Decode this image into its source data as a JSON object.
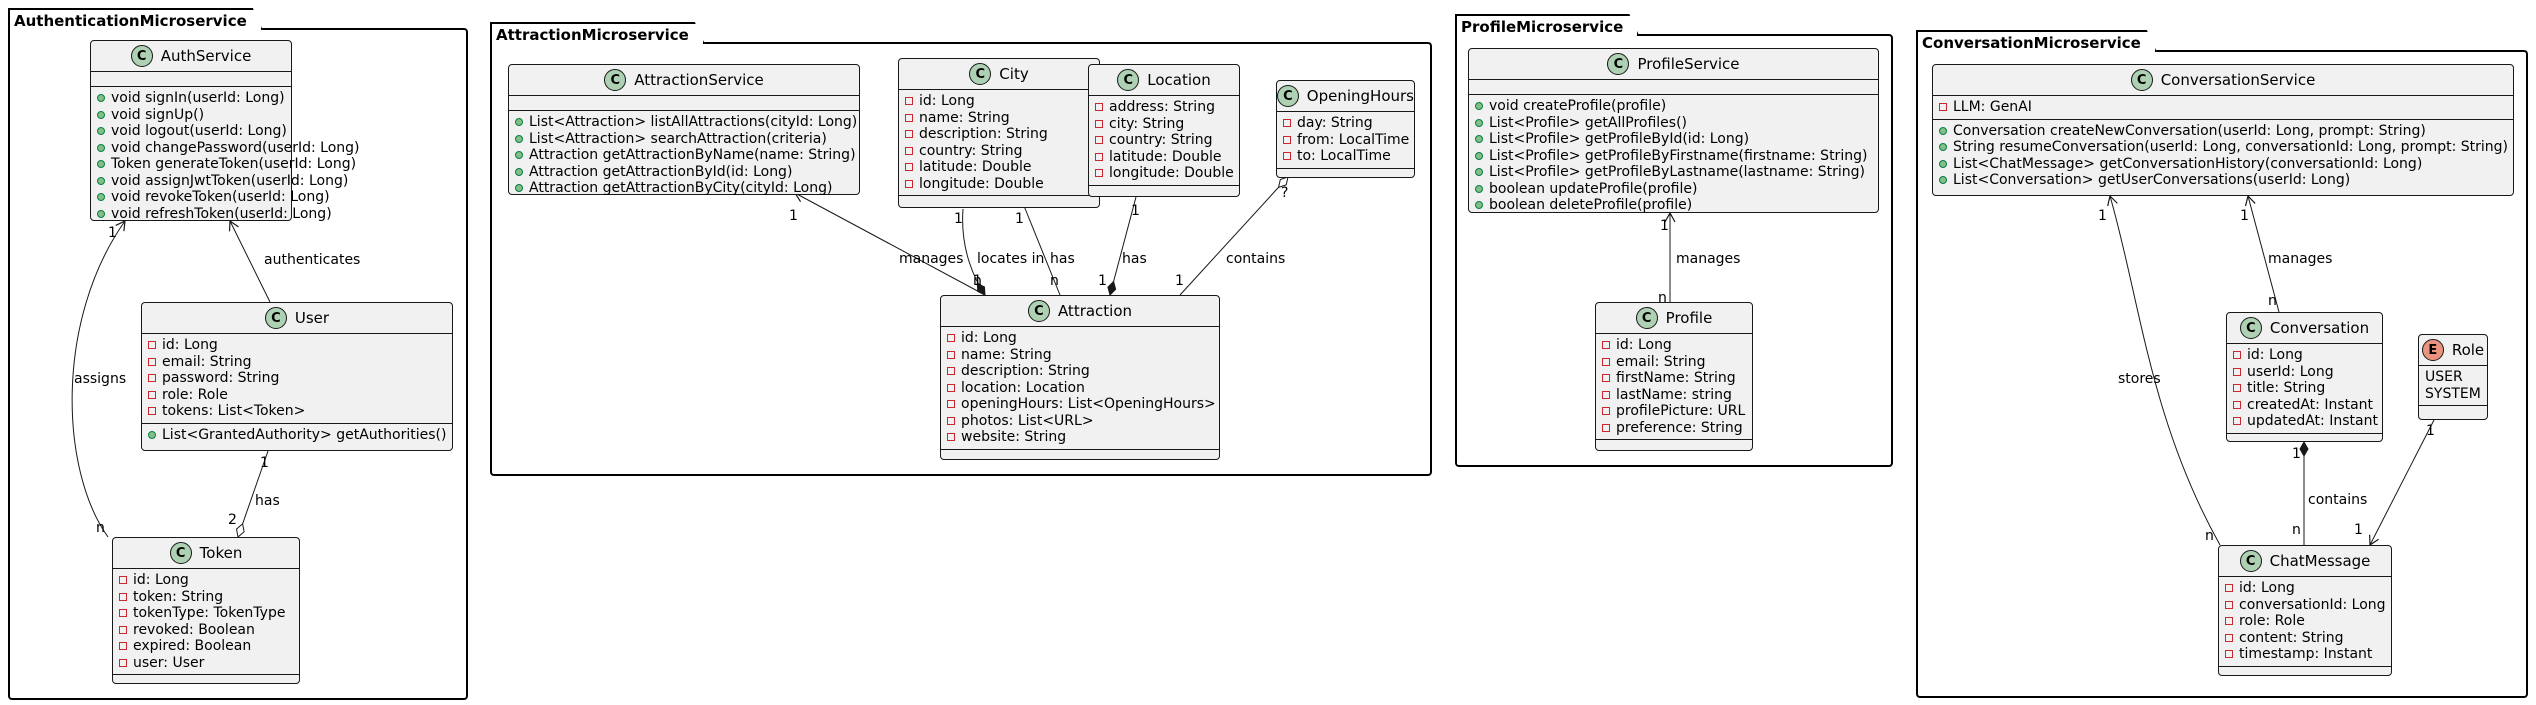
{
  "packages": {
    "auth": "AuthenticationMicroservice",
    "attraction": "AttractionMicroservice",
    "profile": "ProfileMicroservice",
    "conversation": "ConversationMicroservice"
  },
  "classes": {
    "AuthService": {
      "stereotype": "C",
      "name": "AuthService",
      "fields": [],
      "methods": [
        "void signIn(userId: Long)",
        "void signUp()",
        "void logout(userId: Long)",
        "void changePassword(userId: Long)",
        "Token generateToken(userId: Long)",
        "void assignJwtToken(userId: Long)",
        "void revokeToken(userId: Long)",
        "void refreshToken(userId: Long)"
      ]
    },
    "User": {
      "stereotype": "C",
      "name": "User",
      "fields": [
        "id: Long",
        "email: String",
        "password: String",
        "role: Role",
        "tokens: List<Token>"
      ],
      "methods": [
        "List<GrantedAuthority> getAuthorities()"
      ]
    },
    "Token": {
      "stereotype": "C",
      "name": "Token",
      "fields": [
        "id: Long",
        "token: String",
        "tokenType: TokenType",
        "revoked: Boolean",
        "expired: Boolean",
        "user: User"
      ],
      "methods": []
    },
    "AttractionService": {
      "stereotype": "C",
      "name": "AttractionService",
      "fields": [],
      "methods": [
        "List<Attraction> listAllAttractions(cityId: Long)",
        "List<Attraction> searchAttraction(criteria)",
        "Attraction getAttractionByName(name: String)",
        "Attraction getAttractionById(id: Long)",
        "Attraction getAttractionByCity(cityId: Long)"
      ]
    },
    "City": {
      "stereotype": "C",
      "name": "City",
      "fields": [
        "id: Long",
        "name: String",
        "description: String",
        "country: String",
        "latitude: Double",
        "longitude: Double"
      ],
      "methods": []
    },
    "Location": {
      "stereotype": "C",
      "name": "Location",
      "fields": [
        "address: String",
        "city: String",
        "country: String",
        "latitude: Double",
        "longitude: Double"
      ],
      "methods": []
    },
    "OpeningHours": {
      "stereotype": "C",
      "name": "OpeningHours",
      "fields": [
        "day: String",
        "from: LocalTime",
        "to: LocalTime"
      ],
      "methods": []
    },
    "Attraction": {
      "stereotype": "C",
      "name": "Attraction",
      "fields": [
        "id: Long",
        "name: String",
        "description: String",
        "location: Location",
        "openingHours: List<OpeningHours>",
        "photos: List<URL>",
        "website: String"
      ],
      "methods": []
    },
    "ProfileService": {
      "stereotype": "C",
      "name": "ProfileService",
      "fields": [],
      "methods": [
        "void createProfile(profile)",
        "List<Profile> getAllProfiles()",
        "List<Profile> getProfileById(id: Long)",
        "List<Profile> getProfileByFirstname(firstname: String)",
        "List<Profile> getProfileByLastname(lastname: String)",
        "boolean updateProfile(profile)",
        "boolean deleteProfile(profile)"
      ]
    },
    "Profile": {
      "stereotype": "C",
      "name": "Profile",
      "fields": [
        "id: Long",
        "email: String",
        "firstName: String",
        "lastName: string",
        "profilePicture: URL",
        "preference: String"
      ],
      "methods": []
    },
    "ConversationService": {
      "stereotype": "C",
      "name": "ConversationService",
      "fields": [
        "LLM: GenAI"
      ],
      "methods": [
        "Conversation createNewConversation(userId: Long, prompt: String)",
        "String resumeConversation(userId: Long, conversationId: Long, prompt: String)",
        "List<ChatMessage> getConversationHistory(conversationId: Long)",
        "List<Conversation> getUserConversations(userId: Long)"
      ]
    },
    "Conversation": {
      "stereotype": "C",
      "name": "Conversation",
      "fields": [
        "id: Long",
        "userId: Long",
        "title: String",
        "createdAt: Instant",
        "updatedAt: Instant"
      ],
      "methods": []
    },
    "Role": {
      "stereotype": "E",
      "name": "Role",
      "values": [
        "USER",
        "SYSTEM"
      ]
    },
    "ChatMessage": {
      "stereotype": "C",
      "name": "ChatMessage",
      "fields": [
        "id: Long",
        "conversationId: Long",
        "role: Role",
        "content: String",
        "timestamp: Instant"
      ],
      "methods": []
    }
  },
  "relations": [
    {
      "id": "r1",
      "label": "authenticates"
    },
    {
      "id": "r2",
      "label": "assigns",
      "from_mult": "n",
      "to_mult": "1"
    },
    {
      "id": "r3",
      "label": "has",
      "from_mult": "1",
      "to_mult": "2"
    },
    {
      "id": "r4",
      "label": "manages",
      "from_mult": "1",
      "to_mult": "n"
    },
    {
      "id": "r5",
      "label": "locates in",
      "from_mult": "1",
      "to_mult": "1"
    },
    {
      "id": "r6",
      "label": "has",
      "from_mult": "1",
      "to_mult": "n"
    },
    {
      "id": "r7",
      "label": "has",
      "from_mult": "1",
      "to_mult": "1"
    },
    {
      "id": "r8",
      "label": "contains",
      "from_mult": "?",
      "to_mult": "1"
    },
    {
      "id": "r9",
      "label": "manages",
      "from_mult": "1",
      "to_mult": "n"
    },
    {
      "id": "r10",
      "label": "stores",
      "from_mult": "1",
      "to_mult": "n"
    },
    {
      "id": "r11",
      "label": "manages",
      "from_mult": "1",
      "to_mult": "n"
    },
    {
      "id": "r12",
      "label": "contains",
      "from_mult": "1",
      "to_mult": "n"
    },
    {
      "id": "r13",
      "label": "",
      "from_mult": "1",
      "to_mult": "1"
    }
  ]
}
